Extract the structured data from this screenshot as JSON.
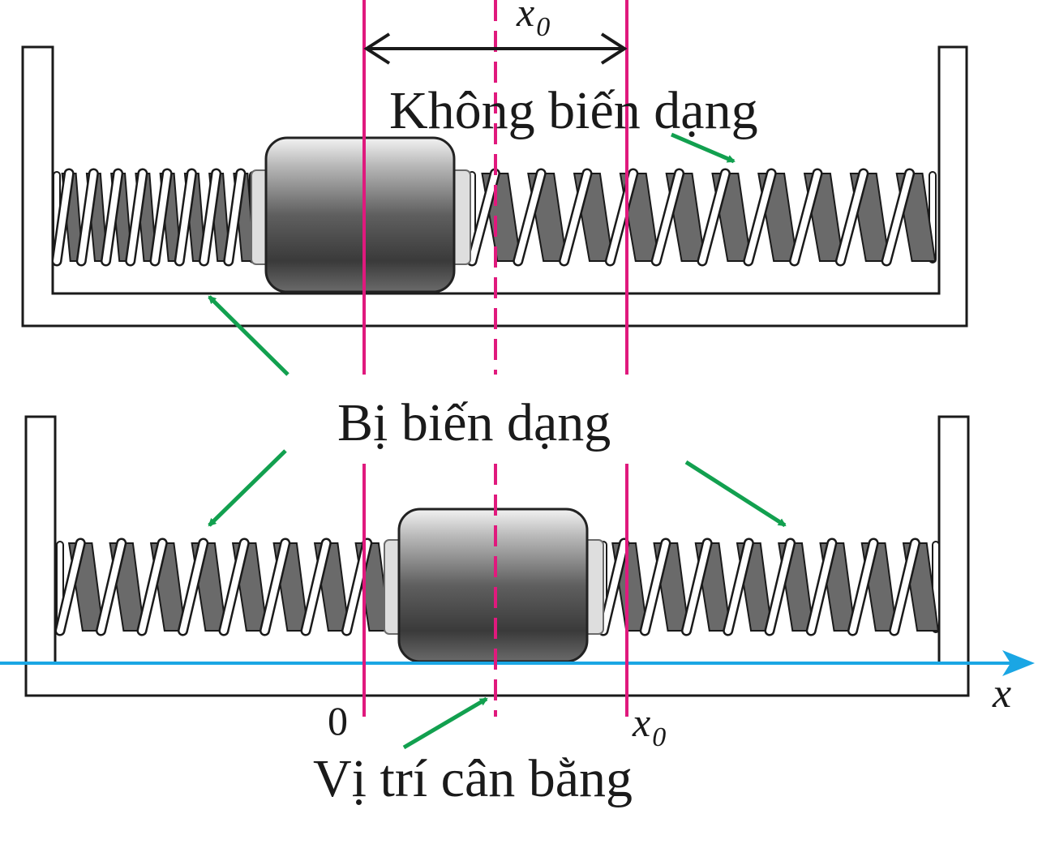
{
  "labels": {
    "x0_top": "x",
    "x0_top_sub": "0",
    "undeformed": "Không biến dạng",
    "deformed": "Bị biến dạng",
    "equilibrium": "Vị trí cân bằng",
    "origin": "0",
    "x0_axis": "x",
    "x0_axis_sub": "0",
    "axis_name": "x"
  },
  "colors": {
    "magenta": "#e0197d",
    "green": "#12a04f",
    "blue": "#1aa6e4",
    "frame": "#1a1a1a"
  }
}
